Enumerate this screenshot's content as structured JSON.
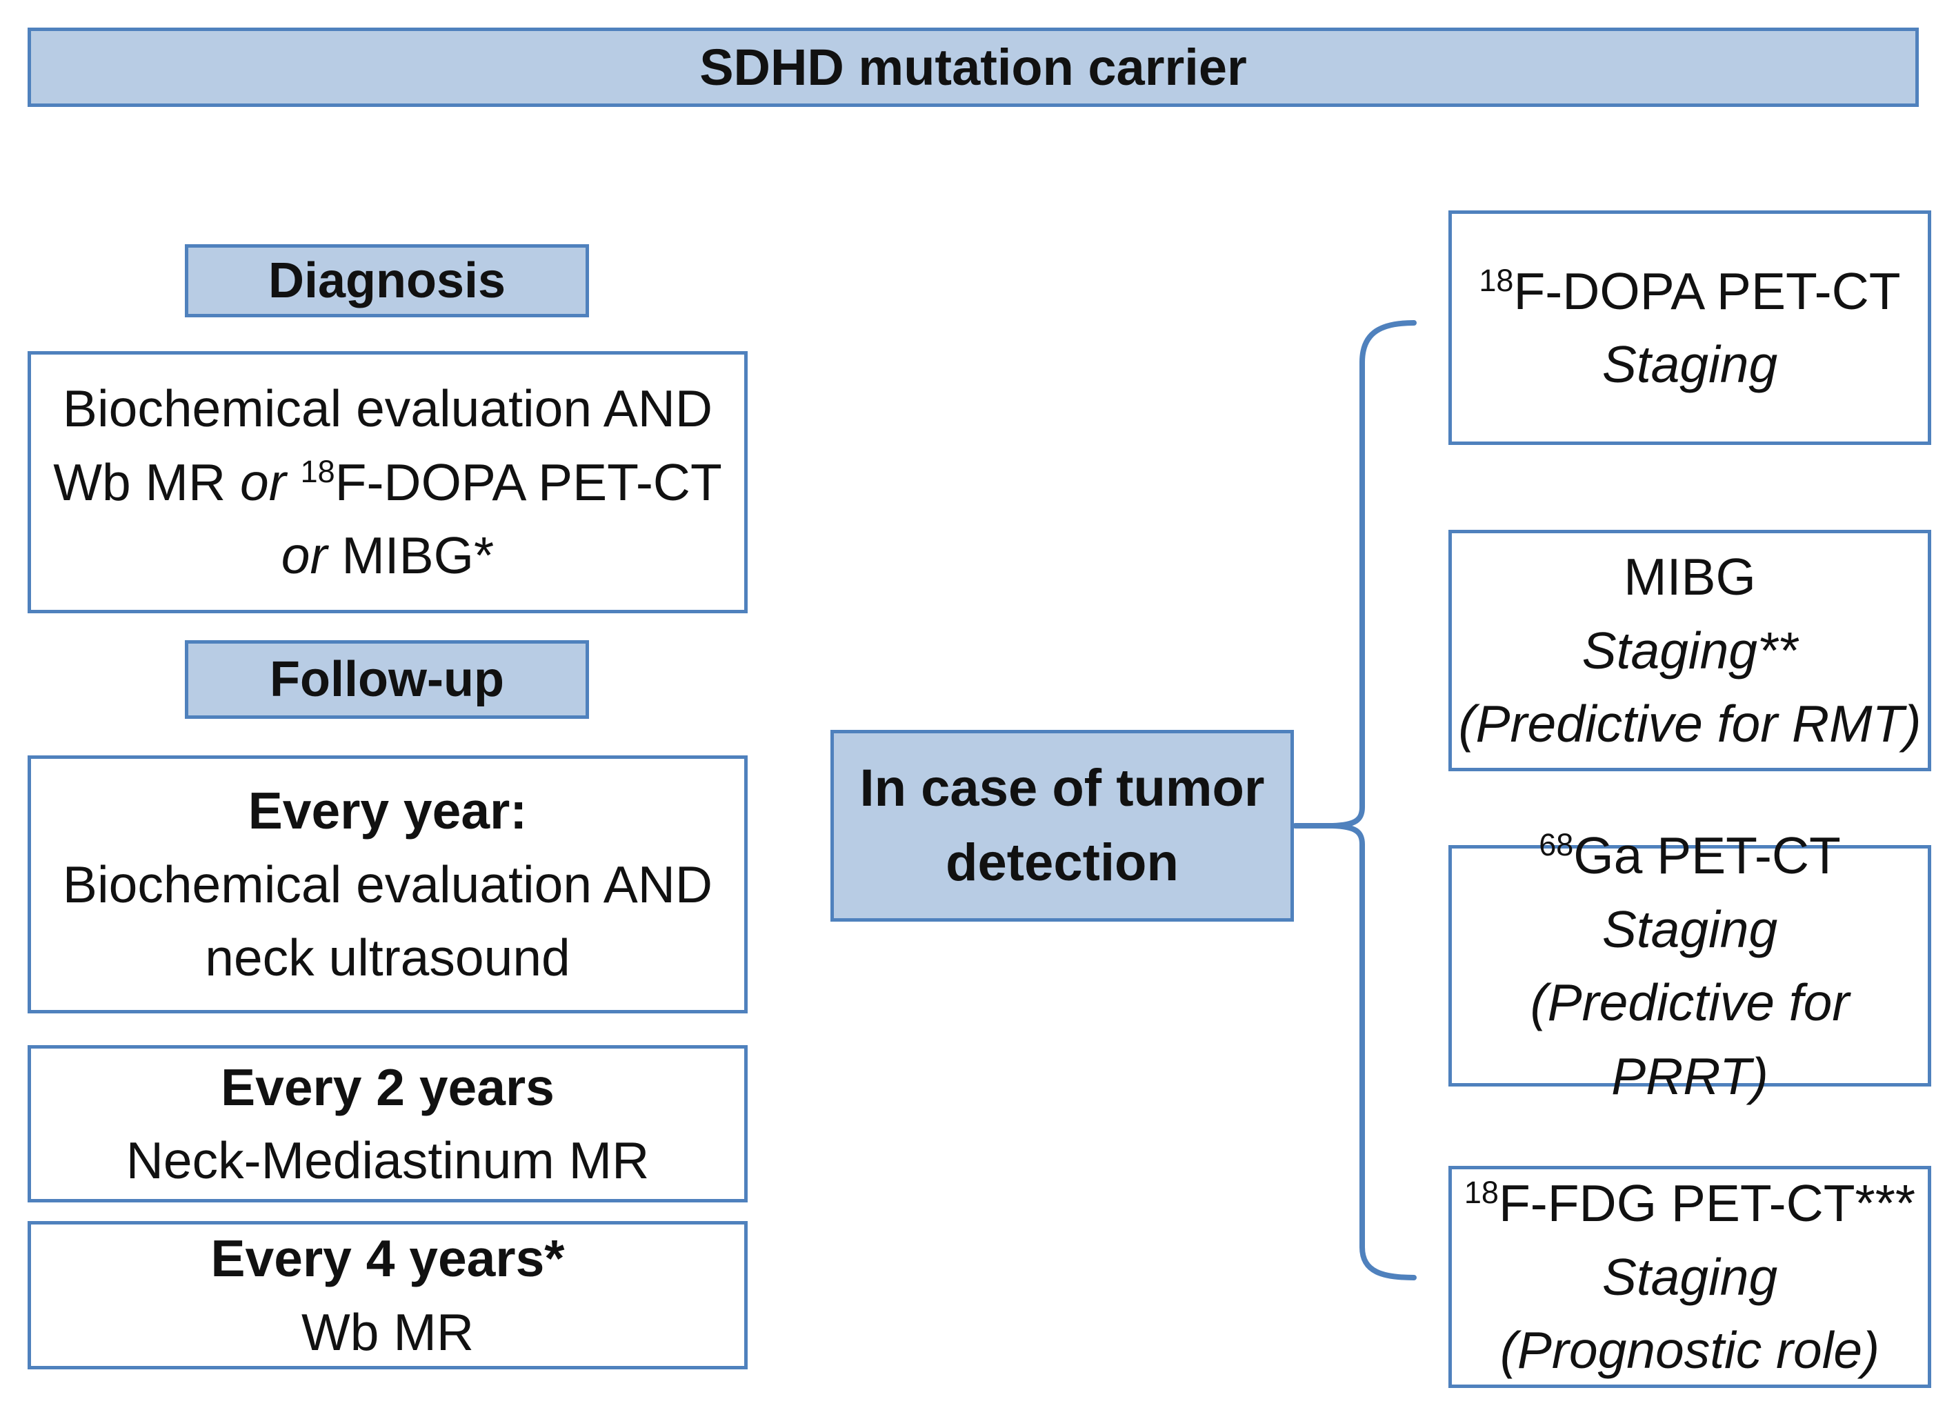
{
  "colors": {
    "box_fill": "#b8cce4",
    "box_border": "#4f81bd",
    "text": "#111111"
  },
  "title_bar": {
    "label": "SDHD mutation carrier"
  },
  "left_column": {
    "diagnosis_header": {
      "label": "Diagnosis"
    },
    "diagnosis_box": {
      "line1": "Biochemical evaluation AND",
      "line2": {
        "pre": "Wb MR ",
        "or": "or",
        "sup": "18",
        "post": "F-DOPA PET-CT"
      },
      "line3": {
        "or": "or",
        "post": " MIBG*"
      }
    },
    "followup_header": {
      "label": "Follow-up"
    },
    "every_year_box": {
      "heading": "Every year:",
      "line2": "Biochemical evaluation AND",
      "line3": "neck ultrasound"
    },
    "every_2_years_box": {
      "heading": "Every 2 years",
      "line2": "Neck-Mediastinum MR"
    },
    "every_4_years_box": {
      "heading": "Every 4 years*",
      "line2": "Wb MR"
    }
  },
  "center_box": {
    "line1": "In case of tumor",
    "line2": "detection"
  },
  "right_column": [
    {
      "sup": "18",
      "title": "F-DOPA PET-CT",
      "line2": "Staging",
      "line3": ""
    },
    {
      "sup": "",
      "title": "MIBG",
      "line2": "Staging**",
      "line3": "(Predictive for RMT)"
    },
    {
      "sup": "68",
      "title": "Ga PET-CT",
      "line2": "Staging",
      "line3": "(Predictive for PRRT)"
    },
    {
      "sup": "18",
      "title": "F-FDG PET-CT***",
      "line2": "Staging",
      "line3": "(Prognostic role)"
    }
  ]
}
